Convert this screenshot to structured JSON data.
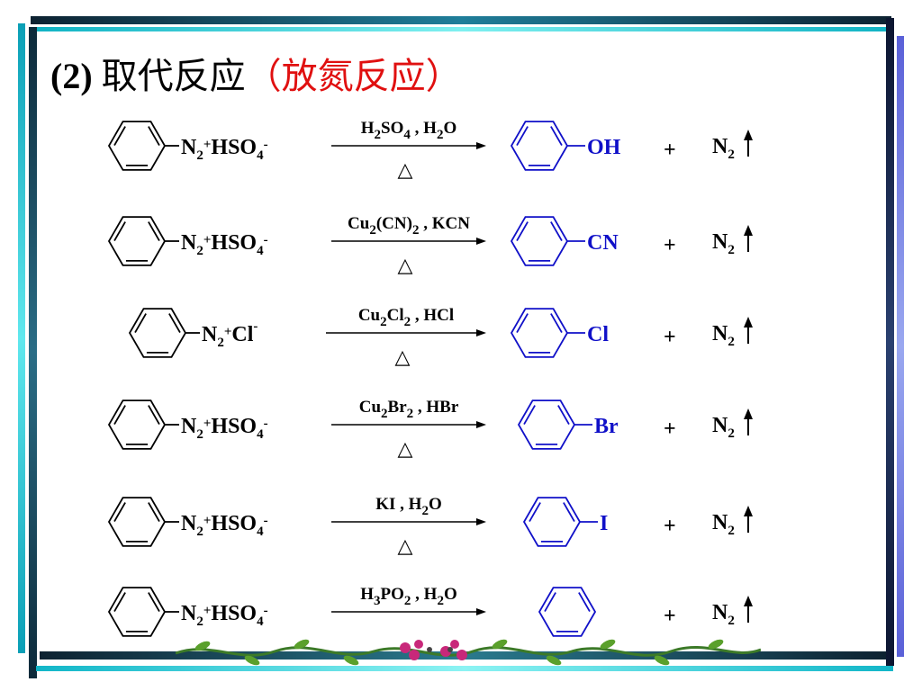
{
  "title": {
    "number": "(2)",
    "main": "取代反应",
    "highlight": "（放氮反应）"
  },
  "colors": {
    "reactant": "#000000",
    "product": "#1010c8",
    "highlight": "#e01010"
  },
  "reactions": [
    {
      "reactant": {
        "main": "N",
        "sub": "2",
        "sup": "+",
        "anion": "HSO",
        "anion_sub": "4",
        "anion_sup": "-"
      },
      "conditions_top": [
        {
          "t": "H"
        },
        {
          "t": "2",
          "s": "sub"
        },
        {
          "t": "SO"
        },
        {
          "t": "4",
          "s": "sub"
        },
        {
          "t": " , H"
        },
        {
          "t": "2",
          "s": "sub"
        },
        {
          "t": "O"
        }
      ],
      "conditions_bottom": "△",
      "product_group": "OH",
      "plus": "+",
      "byproduct": {
        "main": "N",
        "sub": "2"
      }
    },
    {
      "reactant": {
        "main": "N",
        "sub": "2",
        "sup": "+",
        "anion": "HSO",
        "anion_sub": "4",
        "anion_sup": "-"
      },
      "conditions_top": [
        {
          "t": "Cu"
        },
        {
          "t": "2",
          "s": "sub"
        },
        {
          "t": "(CN)"
        },
        {
          "t": "2",
          "s": "sub"
        },
        {
          "t": " , KCN"
        }
      ],
      "conditions_bottom": "△",
      "product_group": "CN",
      "plus": "+",
      "byproduct": {
        "main": "N",
        "sub": "2"
      }
    },
    {
      "reactant": {
        "main": "N",
        "sub": "2",
        "sup": "+",
        "anion": "Cl",
        "anion_sub": "",
        "anion_sup": "-"
      },
      "conditions_top": [
        {
          "t": "Cu"
        },
        {
          "t": "2",
          "s": "sub"
        },
        {
          "t": "Cl"
        },
        {
          "t": "2",
          "s": "sub"
        },
        {
          "t": " , HCl"
        }
      ],
      "conditions_bottom": "△",
      "product_group": "Cl",
      "plus": "+",
      "byproduct": {
        "main": "N",
        "sub": "2"
      }
    },
    {
      "reactant": {
        "main": "N",
        "sub": "2",
        "sup": "+",
        "anion": "HSO",
        "anion_sub": "4",
        "anion_sup": "-"
      },
      "conditions_top": [
        {
          "t": "Cu"
        },
        {
          "t": "2",
          "s": "sub"
        },
        {
          "t": "Br"
        },
        {
          "t": "2",
          "s": "sub"
        },
        {
          "t": " , HBr"
        }
      ],
      "conditions_bottom": "△",
      "product_group": "Br",
      "plus": "+",
      "byproduct": {
        "main": "N",
        "sub": "2"
      }
    },
    {
      "reactant": {
        "main": "N",
        "sub": "2",
        "sup": "+",
        "anion": "HSO",
        "anion_sub": "4",
        "anion_sup": "-"
      },
      "conditions_top": [
        {
          "t": "KI , H"
        },
        {
          "t": "2",
          "s": "sub"
        },
        {
          "t": "O"
        }
      ],
      "conditions_bottom": "△",
      "product_group": "I",
      "plus": "+",
      "byproduct": {
        "main": "N",
        "sub": "2"
      }
    },
    {
      "reactant": {
        "main": "N",
        "sub": "2",
        "sup": "+",
        "anion": "HSO",
        "anion_sub": "4",
        "anion_sup": "-"
      },
      "conditions_top": [
        {
          "t": "H"
        },
        {
          "t": "3",
          "s": "sub"
        },
        {
          "t": "PO"
        },
        {
          "t": "2",
          "s": "sub"
        },
        {
          "t": " , H"
        },
        {
          "t": "2",
          "s": "sub"
        },
        {
          "t": "O"
        }
      ],
      "conditions_bottom": "",
      "product_group": "",
      "plus": "+",
      "byproduct": {
        "main": "N",
        "sub": "2"
      }
    }
  ]
}
